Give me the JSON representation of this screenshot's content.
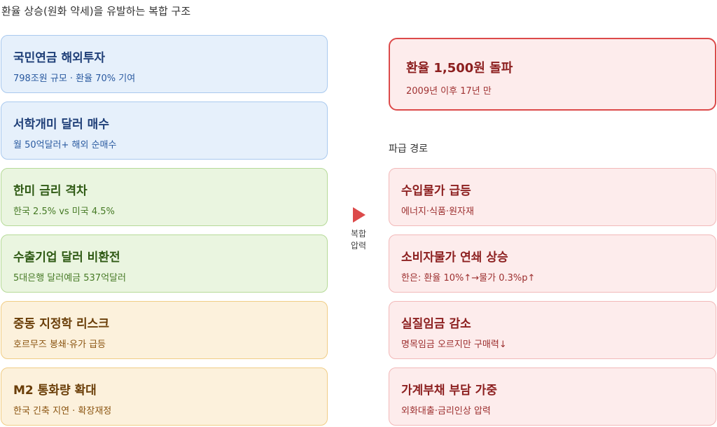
{
  "title": "환율 상승(원화 약세)을 유발하는 복합 구조",
  "colors": {
    "blue": "#e6f0fb",
    "green": "#eaf5e0",
    "orange": "#fcf1dc",
    "red": "#fdecec",
    "accent_red": "#dc4a4a"
  },
  "causes": [
    {
      "title": "국민연금 해외투자",
      "sub": "798조원 규모 · 환율 70% 기여"
    },
    {
      "title": "서학개미 달러 매수",
      "sub": "월 50억달러+ 해외 순매수"
    },
    {
      "title": "한미 금리 격차",
      "sub": "한국 2.5% vs 미국 4.5%"
    },
    {
      "title": "수출기업 달러 비환전",
      "sub": "5대은행 달러예금 537억달러"
    },
    {
      "title": "중동 지정학 리스크",
      "sub": "호르무즈 봉쇄·유가 급등"
    },
    {
      "title": "M2 통화량 확대",
      "sub": "한국 긴축 지연 · 확장재정"
    }
  ],
  "connector": {
    "line1": "복합",
    "line2": "압력",
    "icon": "arrow-right-icon"
  },
  "result": {
    "title": "환율 1,500원 돌파",
    "sub": "2009년 이후 17년 만"
  },
  "effects_label": "파급 경로",
  "effects": [
    {
      "title": "수입물가 급등",
      "sub": "에너지·식품·원자재"
    },
    {
      "title": "소비자물가 연쇄 상승",
      "sub": "한은: 환율 10%↑→물가 0.3%p↑"
    },
    {
      "title": "실질임금 감소",
      "sub": "명목임금 오르지만 구매력↓"
    },
    {
      "title": "가계부채 부담 가중",
      "sub": "외화대출·금리인상 압력"
    }
  ]
}
